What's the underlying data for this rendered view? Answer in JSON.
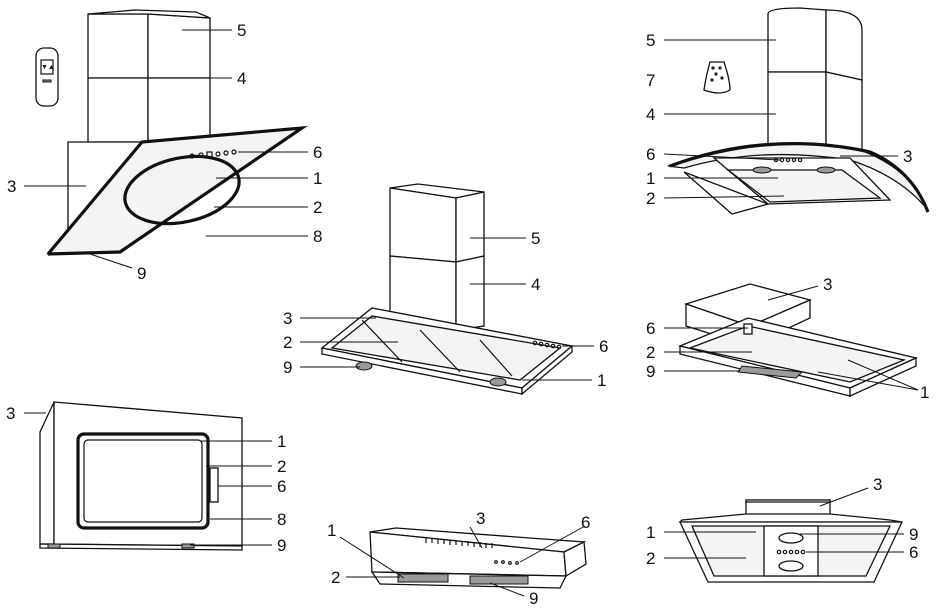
{
  "hoods": [
    {
      "id": "angled-glass-hood",
      "callouts": [
        {
          "label": "5"
        },
        {
          "label": "4"
        },
        {
          "label": "6"
        },
        {
          "label": "3"
        },
        {
          "label": "1"
        },
        {
          "label": "2"
        },
        {
          "label": "8"
        },
        {
          "label": "9"
        }
      ]
    },
    {
      "id": "chimney-hood-center",
      "callouts": [
        {
          "label": "5"
        },
        {
          "label": "4"
        },
        {
          "label": "3"
        },
        {
          "label": "2"
        },
        {
          "label": "6"
        },
        {
          "label": "9"
        },
        {
          "label": "1"
        }
      ]
    },
    {
      "id": "curved-glass-hood",
      "callouts": [
        {
          "label": "5"
        },
        {
          "label": "7"
        },
        {
          "label": "4"
        },
        {
          "label": "6"
        },
        {
          "label": "3"
        },
        {
          "label": "1"
        },
        {
          "label": "2"
        }
      ]
    },
    {
      "id": "box-hood",
      "callouts": [
        {
          "label": "3"
        },
        {
          "label": "6"
        },
        {
          "label": "2"
        },
        {
          "label": "9"
        },
        {
          "label": "1"
        }
      ]
    },
    {
      "id": "wall-glass-hood",
      "callouts": [
        {
          "label": "3"
        },
        {
          "label": "1"
        },
        {
          "label": "2"
        },
        {
          "label": "6"
        },
        {
          "label": "8"
        },
        {
          "label": "9"
        }
      ]
    },
    {
      "id": "slim-hood",
      "callouts": [
        {
          "label": "3"
        },
        {
          "label": "1"
        },
        {
          "label": "6"
        },
        {
          "label": "2"
        },
        {
          "label": "9"
        }
      ]
    },
    {
      "id": "island-hood",
      "callouts": [
        {
          "label": "3"
        },
        {
          "label": "1"
        },
        {
          "label": "9"
        },
        {
          "label": "2"
        },
        {
          "label": "6"
        }
      ]
    }
  ]
}
